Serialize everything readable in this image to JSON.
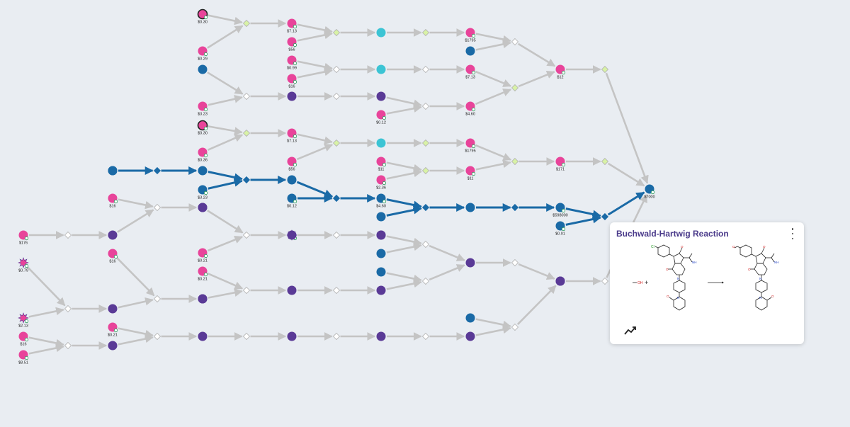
{
  "colors": {
    "background": "#e9edf2",
    "edge": "#c4c4c4",
    "route": "#1a6aa6",
    "purchasable": "#e8449a",
    "intermediate": "#5a3a96",
    "target": "#1a6aa6",
    "highlight": "#3cc4d4",
    "feasible_reaction": "#d8f2a6",
    "reaction": "#ffffff"
  },
  "nodes": {
    "m1": {
      "kind": "pink-ring",
      "price": "$0.30"
    },
    "m2": {
      "kind": "pink",
      "price": "$0.29"
    },
    "m3": {
      "kind": "blue",
      "price": ""
    },
    "m4": {
      "kind": "pink",
      "price": "$3.23"
    },
    "m5": {
      "kind": "pink-ring",
      "price": "$0.30"
    },
    "m6": {
      "kind": "pink",
      "price": "$0.36"
    },
    "m7": {
      "kind": "blue",
      "price": ""
    },
    "m8": {
      "kind": "blue",
      "price": "$3.23"
    },
    "m9": {
      "kind": "purple",
      "price": ""
    },
    "m10": {
      "kind": "pink",
      "price": "$0.21"
    },
    "m11": {
      "kind": "pink",
      "price": "$0.21"
    },
    "m12": {
      "kind": "purple",
      "price": ""
    },
    "m13": {
      "kind": "purple",
      "price": ""
    },
    "m14": {
      "kind": "pink",
      "price": "$7.13"
    },
    "m15": {
      "kind": "pink",
      "price": "$56"
    },
    "m16": {
      "kind": "pink",
      "price": "$0.99"
    },
    "m17": {
      "kind": "pink",
      "price": "$16"
    },
    "m18": {
      "kind": "purple",
      "price": ""
    },
    "m19": {
      "kind": "pink",
      "price": "$7.13"
    },
    "m20": {
      "kind": "pink",
      "price": "$56"
    },
    "m21": {
      "kind": "blue",
      "price": ""
    },
    "m22": {
      "kind": "blue",
      "price": "$0.12"
    },
    "m23": {
      "kind": "star",
      "price": ""
    },
    "m24": {
      "kind": "purple",
      "price": ""
    },
    "m25": {
      "kind": "purple",
      "price": ""
    },
    "m26": {
      "kind": "cyan",
      "price": ""
    },
    "m27": {
      "kind": "cyan",
      "price": ""
    },
    "m28": {
      "kind": "purple",
      "price": ""
    },
    "m29": {
      "kind": "pink",
      "price": "$0.12"
    },
    "m30": {
      "kind": "cyan",
      "price": ""
    },
    "m31": {
      "kind": "pink",
      "price": "$11"
    },
    "m32": {
      "kind": "pink",
      "price": "$2.36"
    },
    "m33": {
      "kind": "blue",
      "price": "$4.60"
    },
    "m34": {
      "kind": "blue",
      "price": ""
    },
    "m35": {
      "kind": "purple",
      "price": ""
    },
    "m36": {
      "kind": "blue",
      "price": ""
    },
    "m37": {
      "kind": "blue",
      "price": ""
    },
    "m38": {
      "kind": "purple",
      "price": ""
    },
    "m39": {
      "kind": "purple",
      "price": ""
    },
    "m40": {
      "kind": "pink",
      "price": "$1795"
    },
    "m41": {
      "kind": "blue",
      "price": ""
    },
    "m42": {
      "kind": "pink",
      "price": "$7.13"
    },
    "m43": {
      "kind": "pink",
      "price": "$4.60"
    },
    "m44": {
      "kind": "pink",
      "price": "$1795"
    },
    "m45": {
      "kind": "pink",
      "price": "$11"
    },
    "m46": {
      "kind": "blue",
      "price": ""
    },
    "m47": {
      "kind": "purple",
      "price": ""
    },
    "m48": {
      "kind": "blue",
      "price": ""
    },
    "m49": {
      "kind": "purple",
      "price": ""
    },
    "m50": {
      "kind": "pink",
      "price": "$12"
    },
    "m51": {
      "kind": "pink",
      "price": "$171"
    },
    "m52": {
      "kind": "blue",
      "price": "$598000"
    },
    "m53": {
      "kind": "blue",
      "price": "$0.01"
    },
    "m54": {
      "kind": "purple",
      "price": ""
    },
    "m55": {
      "kind": "blue",
      "price": "$7000"
    },
    "m56": {
      "kind": "pink",
      "price": "$176"
    },
    "m57": {
      "kind": "star",
      "price": "$0.79"
    },
    "m58": {
      "kind": "star",
      "price": "$2.13"
    },
    "m59": {
      "kind": "pink",
      "price": "$16"
    },
    "m60": {
      "kind": "pink",
      "price": "$8.51"
    },
    "m61": {
      "kind": "blue",
      "price": ""
    },
    "m62": {
      "kind": "pink",
      "price": "$16"
    },
    "m63": {
      "kind": "purple",
      "price": ""
    },
    "m64": {
      "kind": "pink",
      "price": "$16"
    },
    "m65": {
      "kind": "purple",
      "price": ""
    },
    "m66": {
      "kind": "pink",
      "price": "$0.21"
    },
    "m67": {
      "kind": "purple",
      "price": ""
    },
    "m68": {
      "kind": "purple",
      "price": ""
    },
    "m69": {
      "kind": "purple",
      "price": ""
    },
    "m70": {
      "kind": "purple",
      "price": ""
    },
    "m71": {
      "kind": "purple",
      "price": ""
    },
    "m72": {
      "kind": "blue",
      "price": ""
    },
    "m73": {
      "kind": "purple",
      "price": ""
    }
  },
  "card": {
    "title": "Buchwald-Hartwig Reaction",
    "menu_icon": "more-vert-icon",
    "reagent_label": "OH",
    "plus": "+",
    "atom_cl": "Cl",
    "atom_n": "N",
    "atom_o": "O",
    "atom_nh2": "NH",
    "atom_nh2_sub": "2",
    "trend_icon": "trending-icon"
  }
}
